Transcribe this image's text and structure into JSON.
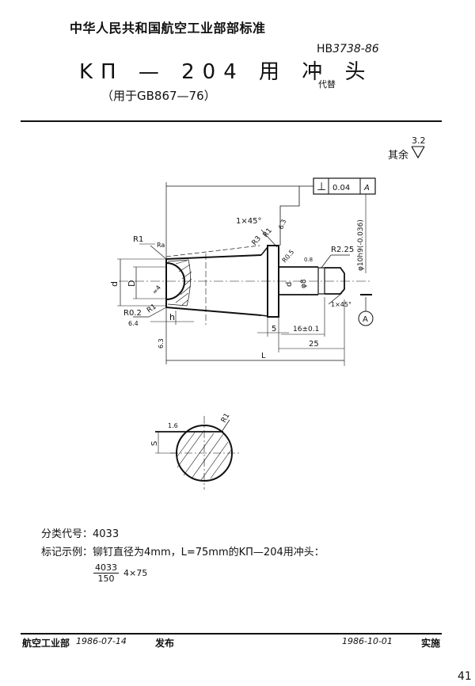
{
  "header": {
    "organization": "中华人民共和国航空工业部部标准",
    "title": "KП — 204 用 冲 头",
    "subtitle": "（用于GB867—76）",
    "standard_prefix": "HB",
    "standard_number": "3738-86",
    "replaces_label": "代替"
  },
  "roughness": {
    "label": "其余",
    "value": "3.2"
  },
  "drawing": {
    "tolerance_frame": {
      "symbol": "⊥",
      "value": "0.04",
      "datum": "A"
    },
    "labels": {
      "chamfer_top": "1×45°",
      "r1_left": "R1",
      "ra_left": "Ra",
      "r1_shoulder": "R1",
      "r3": "R3",
      "r05": "R0.5",
      "ra_top": "6.3",
      "ra_small": "0.8",
      "r225": "R2.25",
      "dia_tol": "φ10h9(-0.036)",
      "d": "d",
      "D": "D",
      "phi_d": "d",
      "phi8": "φ8",
      "r02": "R0.2",
      "ra_64": "6.4",
      "sr": "≈4",
      "r1_bottom": "R1",
      "h": "h",
      "chamfer_bottom": "1×45°",
      "datum_A": "A",
      "dim_5": "5",
      "dim_16": "16±0.1",
      "dim_25": "25",
      "dim_L": "L",
      "ra_left_bottom": "6.3"
    },
    "section": {
      "s": "S",
      "ra": "1.6",
      "r1": "R1"
    }
  },
  "notes": {
    "classification_label": "分类代号：",
    "classification_value": "4033",
    "example_label": "标记示例：",
    "example_text": "铆钉直径为4mm，L=75mm的KП—204用冲头：",
    "fraction_numerator": "4033",
    "fraction_denominator": "150",
    "fraction_suffix": "4×75"
  },
  "footer": {
    "issuer": "航空工业部",
    "issue_date": "1986-07-14",
    "issue_label": "发布",
    "effective_date": "1986-10-01",
    "effective_label": "实施",
    "page_number": "41"
  }
}
